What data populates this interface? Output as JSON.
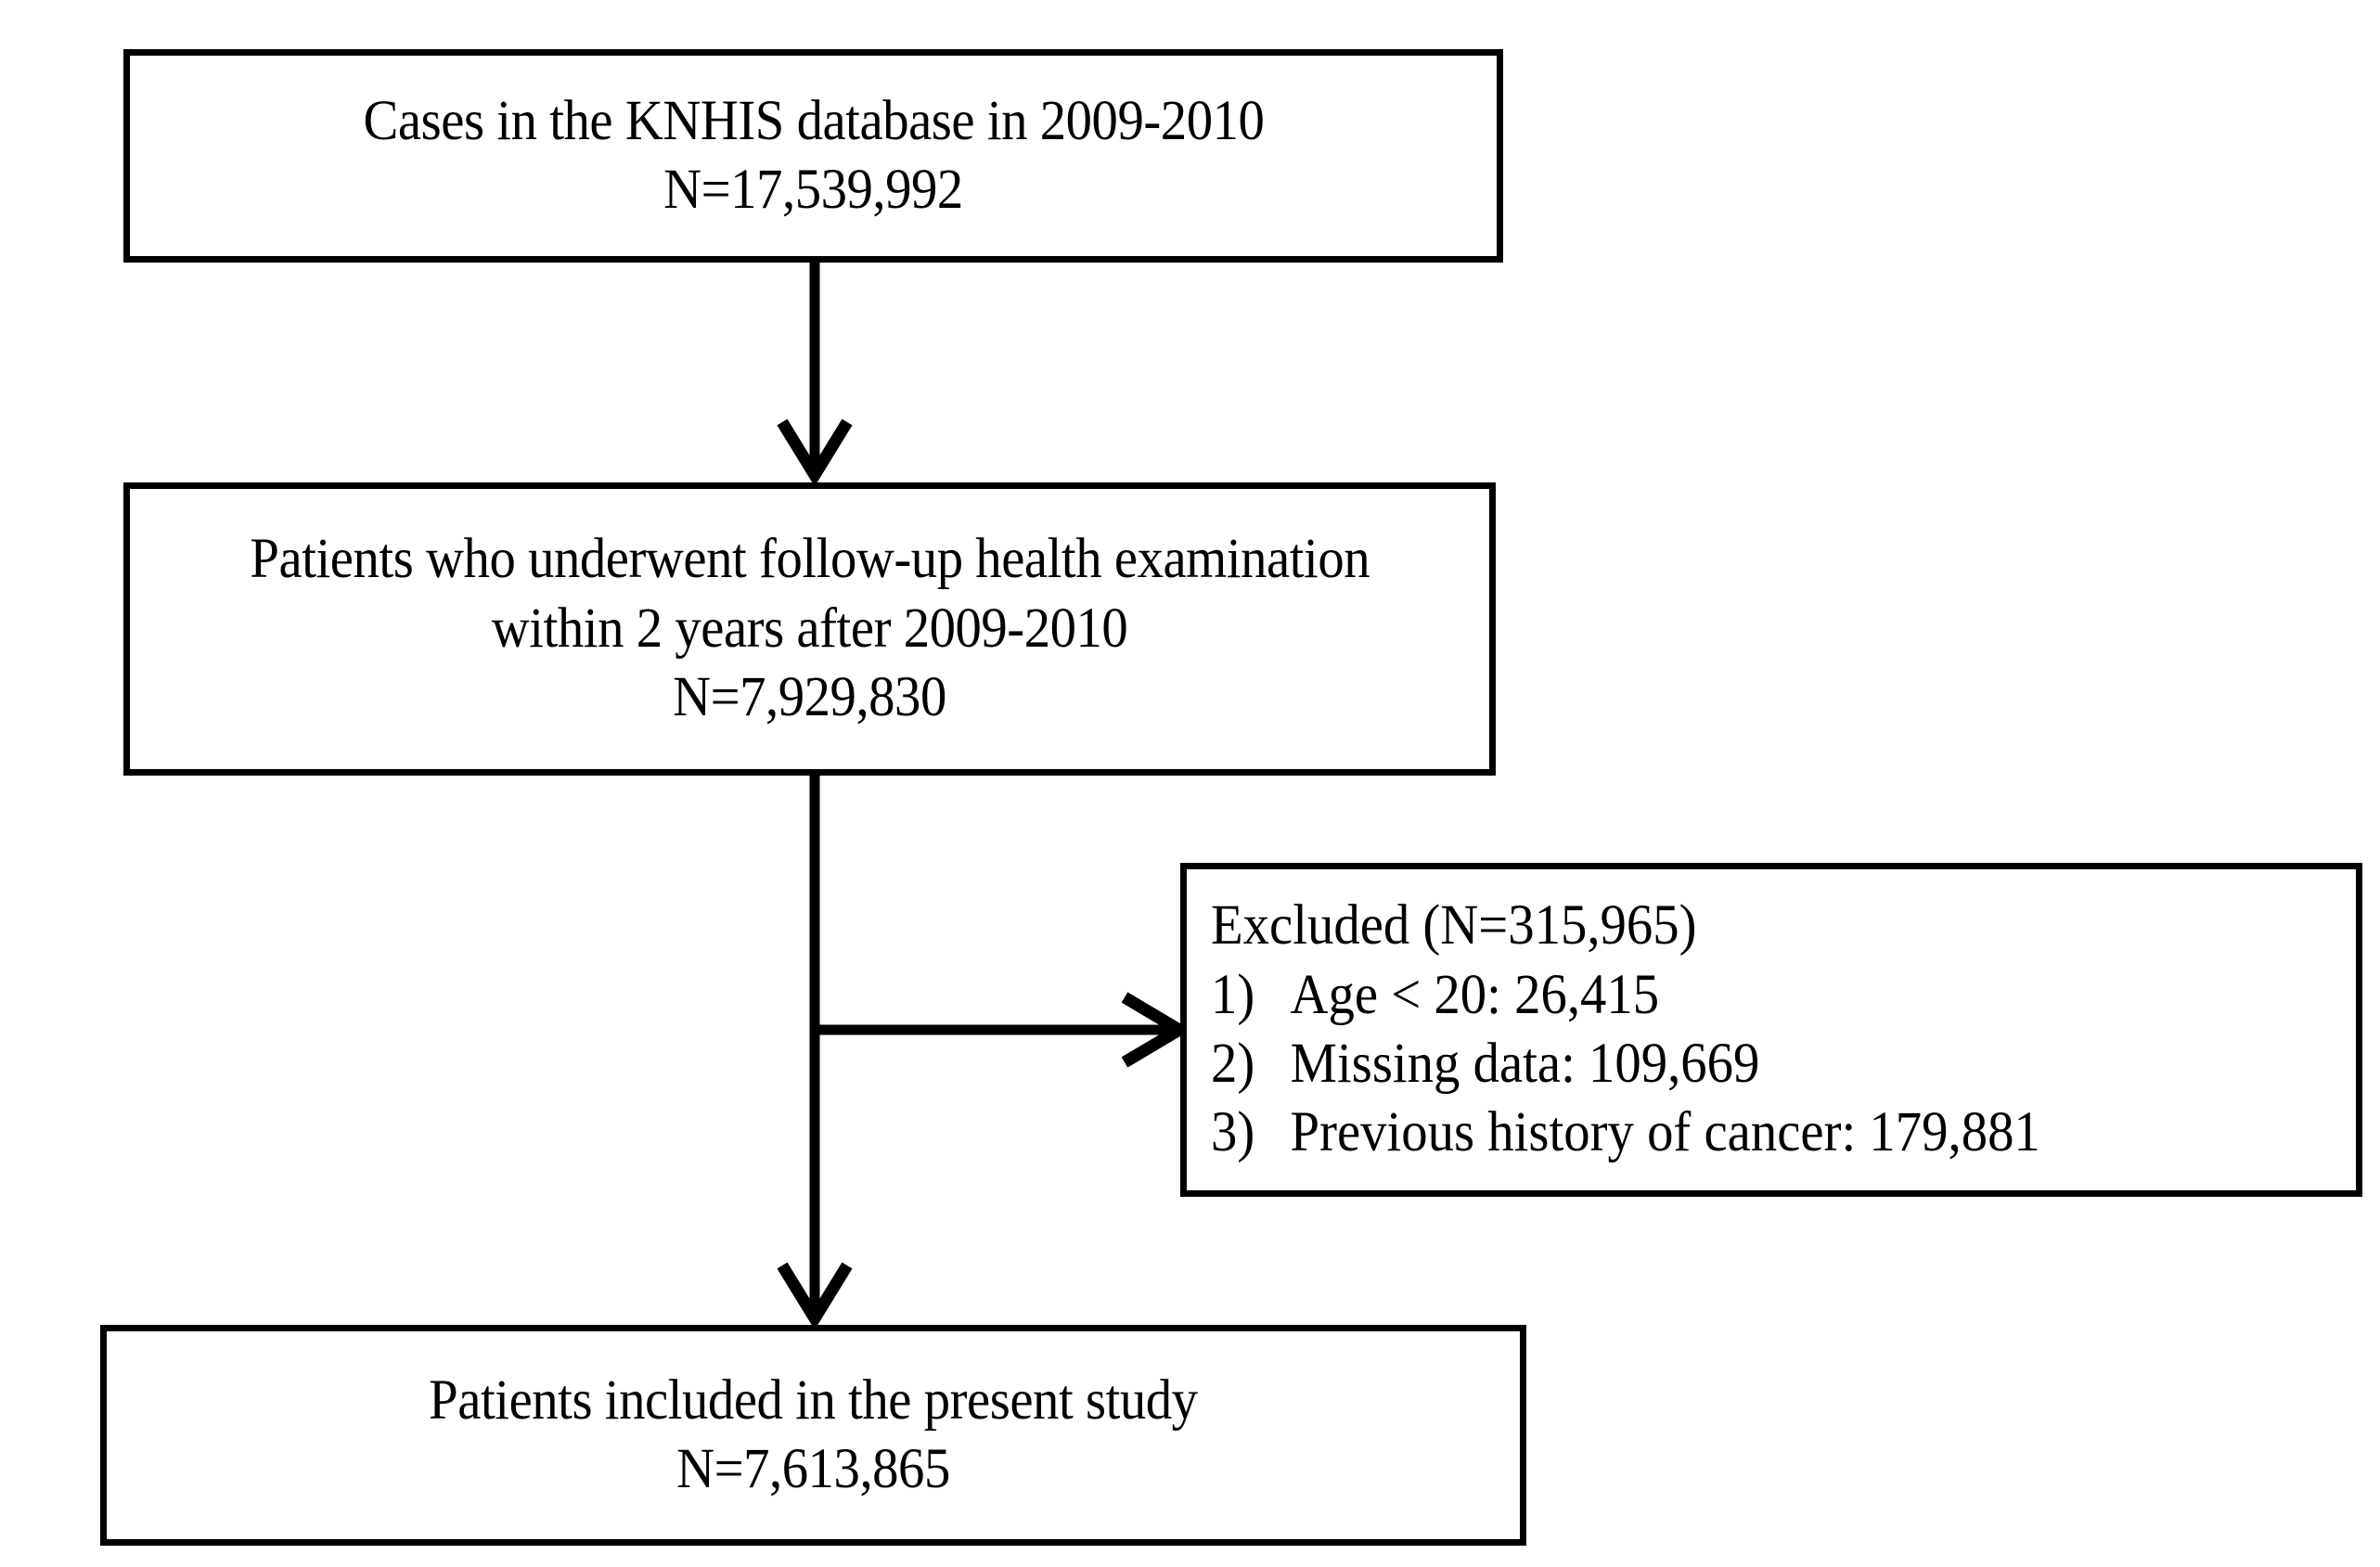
{
  "figure": {
    "type": "flowchart",
    "orientation": "vertical",
    "colors": {
      "background": "#ffffff",
      "stroke": "#000000",
      "text": "#000000"
    }
  },
  "boxes": {
    "cases": {
      "line1": "Cases in the KNHIS database in 2009-2010",
      "line2": "N=17,539,992"
    },
    "followup": {
      "line1": "Patients who underwent follow-up health examination",
      "line2": "within 2 years after 2009-2010",
      "line3": "N=7,929,830"
    },
    "excluded": {
      "heading": "Excluded (N=315,965)",
      "items": [
        {
          "marker": "1)",
          "text": "Age < 20: 26,415"
        },
        {
          "marker": "2)",
          "text": "Missing data: 109,669"
        },
        {
          "marker": "3)",
          "text": "Previous history of cancer: 179,881"
        }
      ]
    },
    "included": {
      "line1": "Patients included in the present study",
      "line2": "N=7,613,865"
    }
  },
  "connectors": [
    {
      "name": "cases-to-followup",
      "kind": "arrow-down"
    },
    {
      "name": "followup-to-excluded",
      "kind": "arrow-right"
    },
    {
      "name": "followup-to-included",
      "kind": "arrow-down"
    }
  ]
}
